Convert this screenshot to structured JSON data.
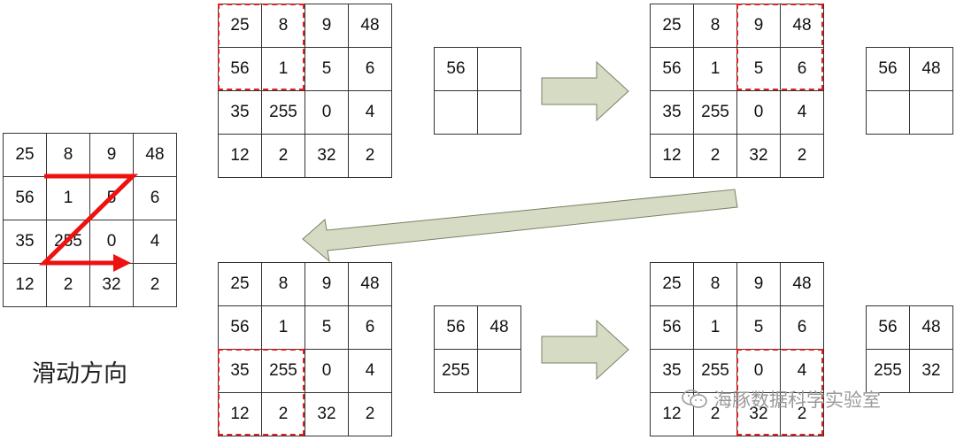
{
  "input_matrix": [
    [
      "25",
      "8",
      "9",
      "48"
    ],
    [
      "56",
      "1",
      "5",
      "6"
    ],
    [
      "35",
      "255",
      "0",
      "4"
    ],
    [
      "12",
      "2",
      "32",
      "2"
    ]
  ],
  "steps": [
    {
      "output": [
        [
          "56",
          ""
        ],
        [
          "",
          ""
        ]
      ]
    },
    {
      "output": [
        [
          "56",
          "48"
        ],
        [
          "",
          ""
        ]
      ]
    },
    {
      "output": [
        [
          "56",
          "48"
        ],
        [
          "255",
          ""
        ]
      ]
    },
    {
      "output": [
        [
          "56",
          "48"
        ],
        [
          "255",
          "32"
        ]
      ]
    }
  ],
  "caption": "滑动方向",
  "watermark": "海豚数据科学实验室",
  "colors": {
    "pool_window": "#e02020",
    "direction_arrow": "#ee1111",
    "flow_arrow_fill": "#d6dcc4",
    "flow_arrow_stroke": "#7a8066"
  },
  "icons": {
    "watermark": "wechat-icon"
  }
}
